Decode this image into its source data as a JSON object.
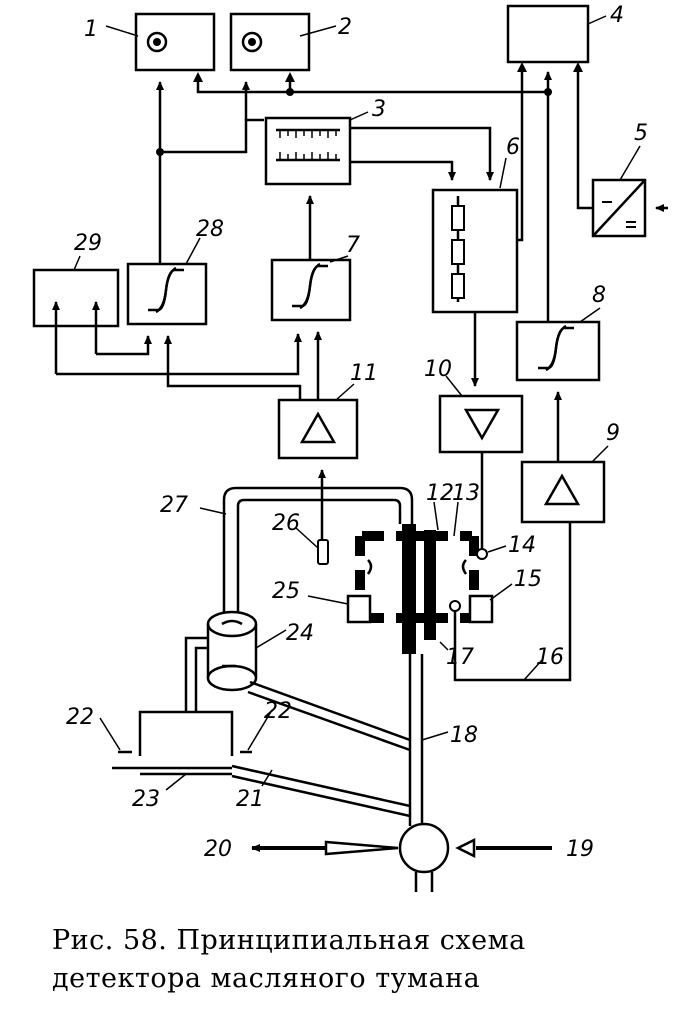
{
  "caption": {
    "line1": "Рис. 58. Принципиальная схема",
    "line2": "детектора масляного тумана"
  },
  "labels": {
    "l1": "1",
    "l2": "2",
    "l3": "3",
    "l4": "4",
    "l5": "5",
    "l6": "6",
    "l7": "7",
    "l8": "8",
    "l9": "9",
    "l10": "10",
    "l11": "11",
    "l12": "12",
    "l13": "13",
    "l14": "14",
    "l15": "15",
    "l16": "16",
    "l17": "17",
    "l18": "18",
    "l19": "19",
    "l20": "20",
    "l21": "21",
    "l22a": "22",
    "l22b": "22",
    "l23": "23",
    "l24": "24",
    "l25": "25",
    "l26": "26",
    "l27": "27",
    "l28": "28",
    "l29": "29"
  }
}
